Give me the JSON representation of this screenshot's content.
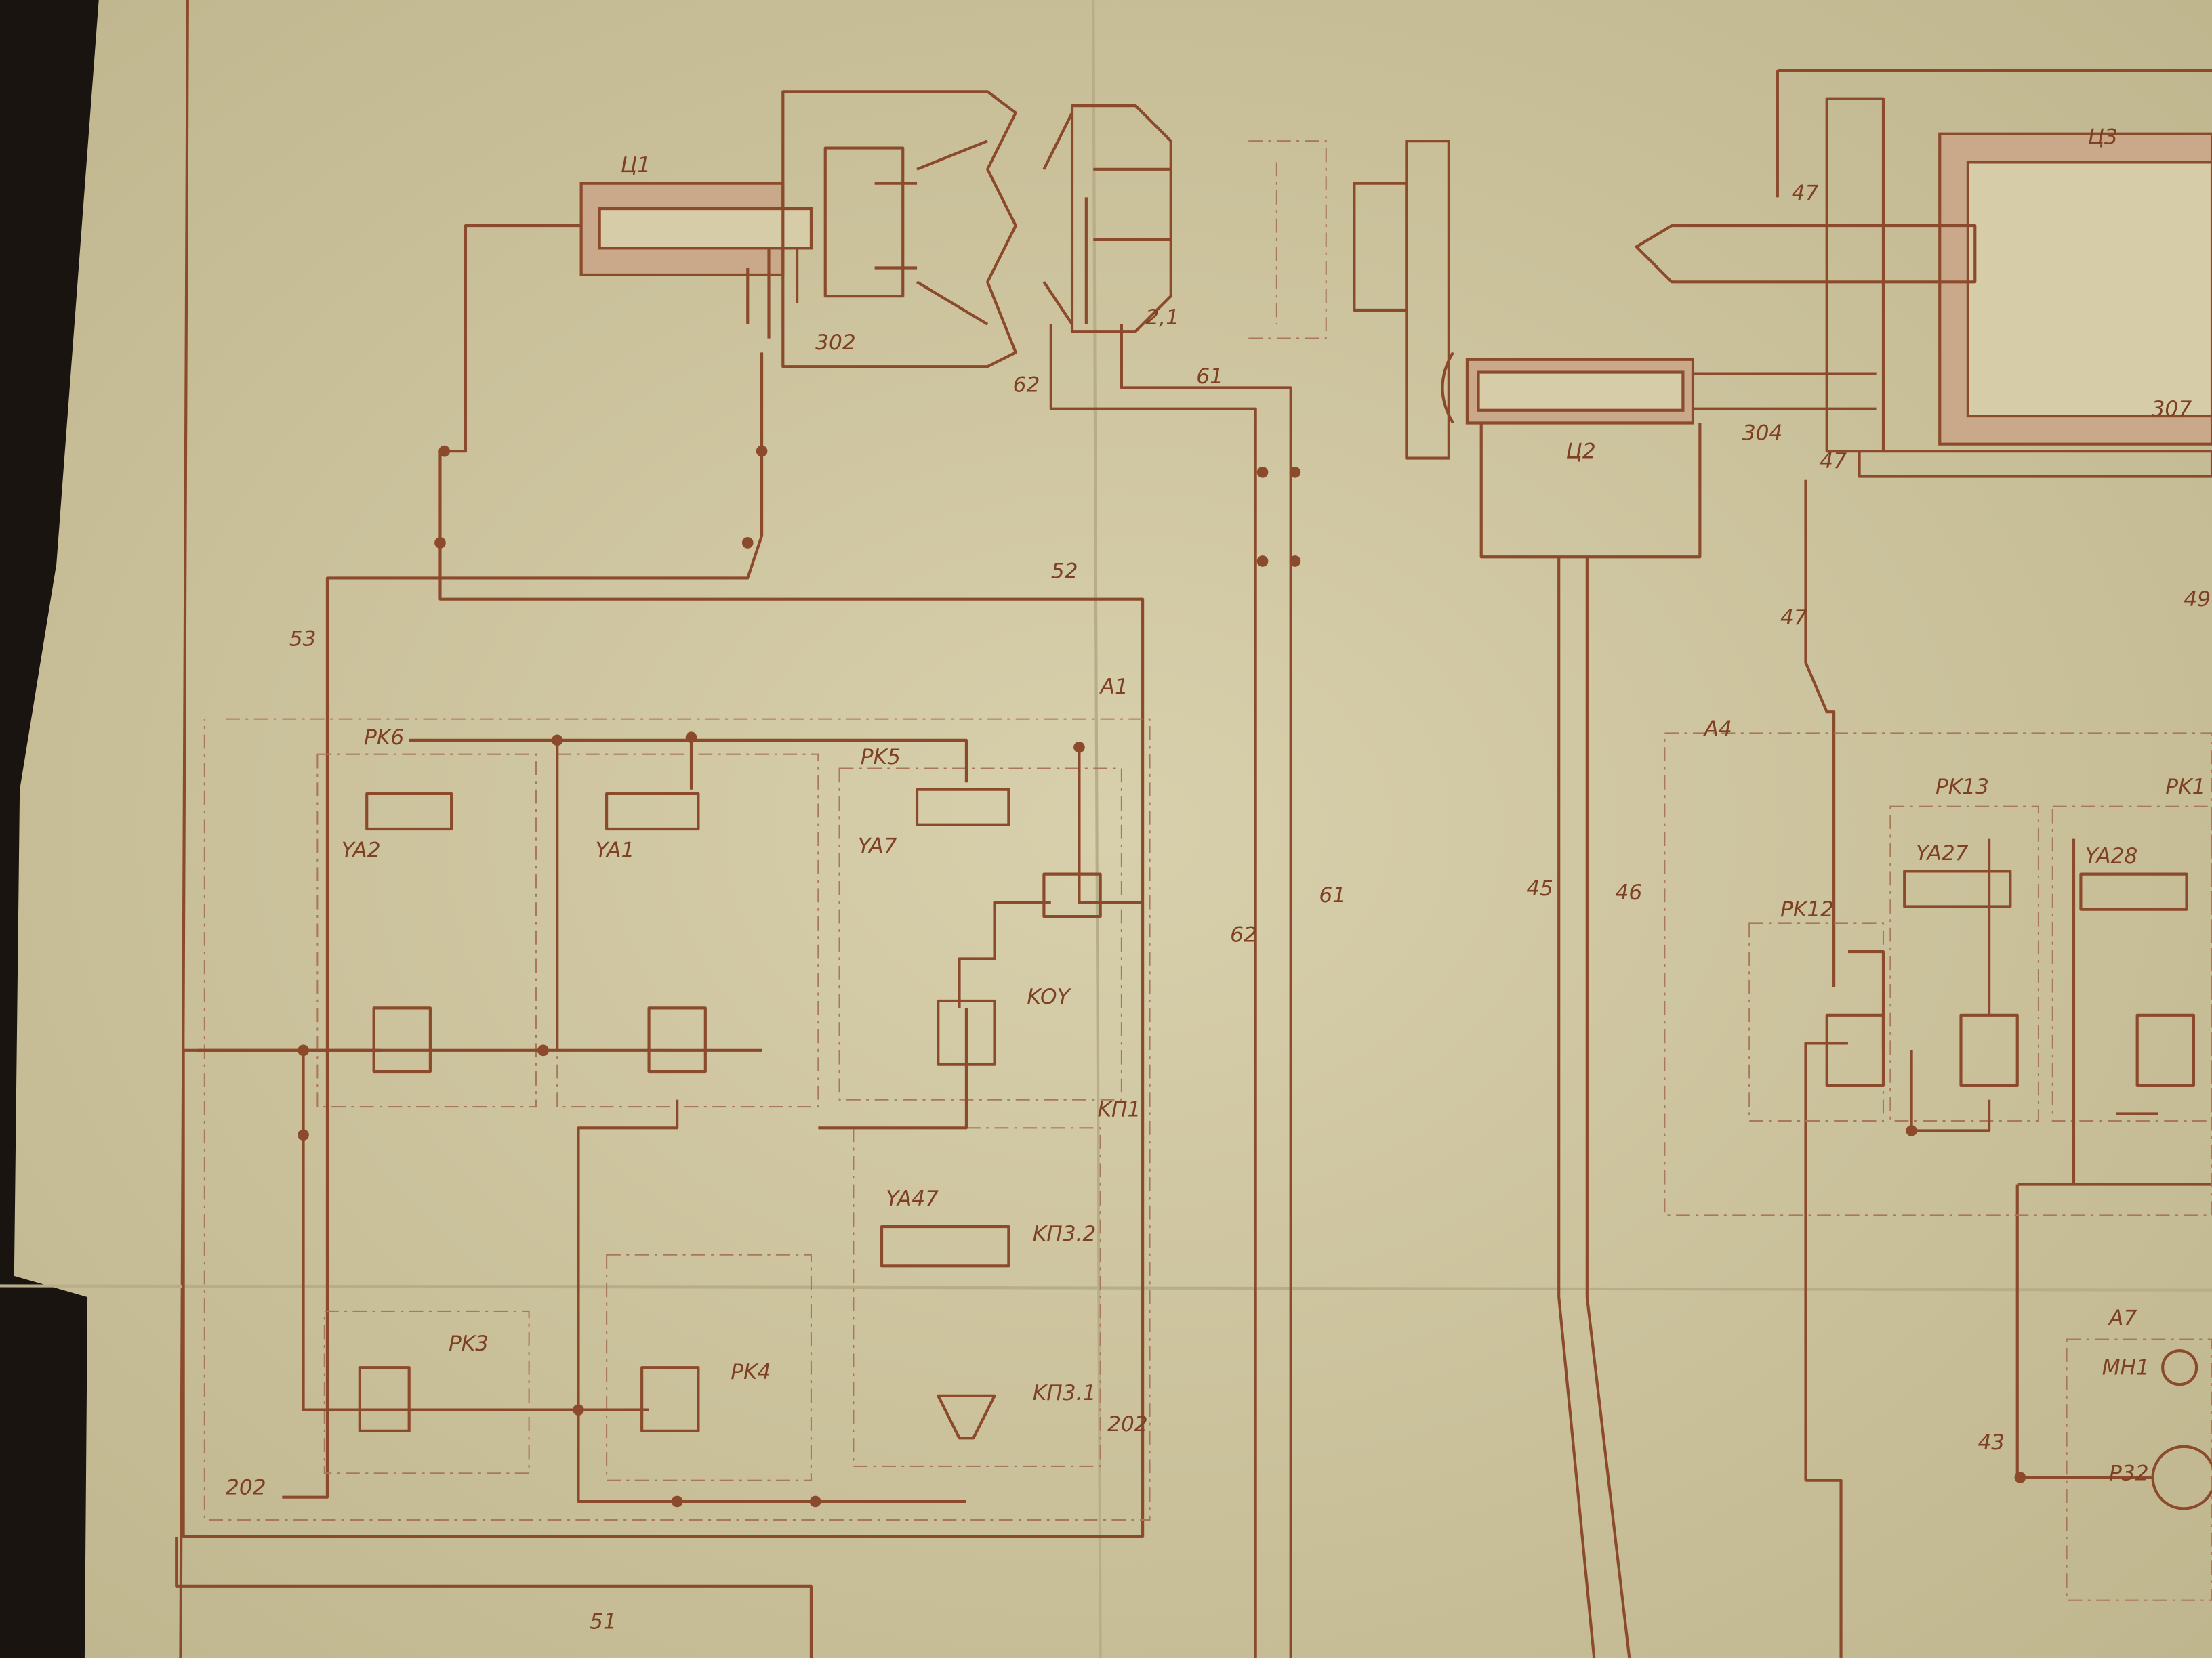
{
  "diagram": {
    "title": "Hydraulic schematic (photographed sheet)",
    "colors": {
      "paper": "#d4cba6",
      "ink": "#8b4a2c",
      "background": "#1a1410"
    },
    "cylinders": {
      "c1": "Ц1",
      "c2": "Ц2",
      "c3": "Ц3"
    },
    "ports": {
      "p302": "302",
      "p211": "2,1",
      "p304": "304",
      "p307": "307",
      "p202a": "202",
      "p202b": "202"
    },
    "lines": {
      "l62a": "62",
      "l61a": "61",
      "l62b": "62",
      "l61b": "61",
      "l52": "52",
      "l53": "53",
      "l51": "51",
      "l45": "45",
      "l46": "46",
      "l47a": "47",
      "l47b": "47",
      "l47c": "47",
      "l43": "43",
      "l49": "49"
    },
    "blocks": {
      "a1": "A1",
      "a4": "A4",
      "a7": "A7"
    },
    "valves": {
      "pk6": "PK6",
      "pk5": "PK5",
      "pk3": "PK3",
      "pk4": "PK4",
      "pk12": "PK12",
      "pk13": "PK13",
      "pk1x": "PK1",
      "kou": "KOY",
      "kp1": "KП1",
      "kp32": "KП3.2",
      "kp31": "KП3.1"
    },
    "solenoids": {
      "ya2": "YA2",
      "ya1": "YA1",
      "ya7": "YA7",
      "ya47": "YA47",
      "ya27": "YA27",
      "ya28": "YA28"
    },
    "instruments": {
      "mn1": "MH1",
      "p32": "P32"
    }
  }
}
